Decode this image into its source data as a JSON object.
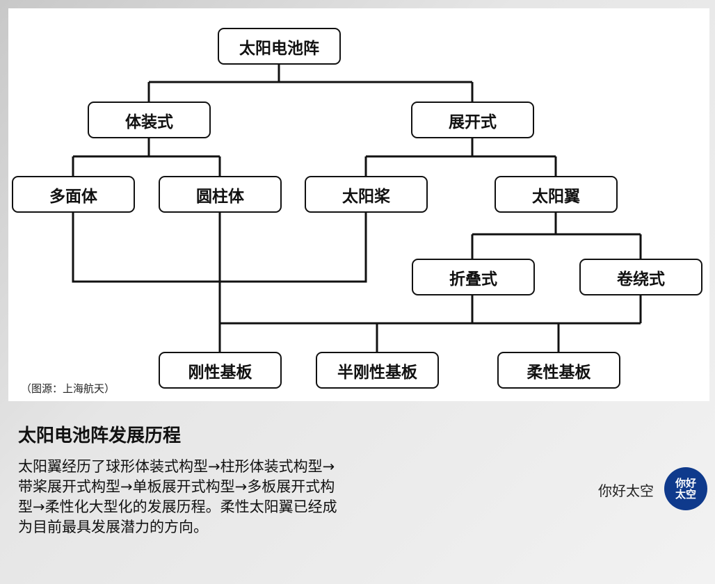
{
  "diagram": {
    "root": "太阳电池阵",
    "body_mounted": "体装式",
    "deployable": "展开式",
    "polyhedron": "多面体",
    "cylinder": "圆柱体",
    "solar_paddle": "太阳桨",
    "solar_wing": "太阳翼",
    "folding": "折叠式",
    "rolling": "卷绕式",
    "rigid": "刚性基板",
    "semi_rigid": "半刚性基板",
    "flexible": "柔性基板",
    "source": "（图源：上海航天）"
  },
  "article": {
    "title": "太阳电池阵发展历程",
    "body": "太阳翼经历了球形体装式构型→柱形体装式构型→带桨展开式构型→单板展开式构型→多板展开式构型→柔性化大型化的发展历程。柔性太阳翼已经成为目前最具发展潜力的方向。"
  },
  "brand": {
    "name": "你好太空",
    "logo_text": "你好太空",
    "logo_color": "#0f3a8c"
  }
}
